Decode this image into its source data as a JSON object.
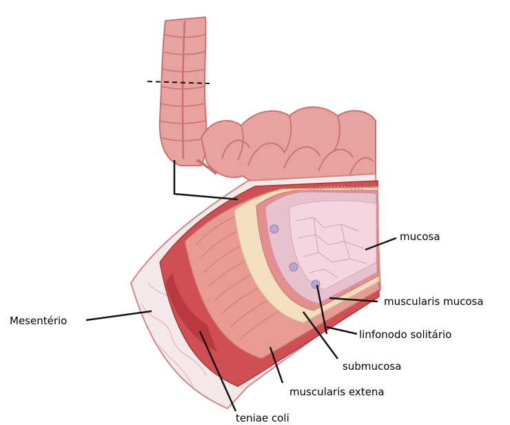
{
  "labels": {
    "mucosa": "mucosa",
    "muscularis_mucosa": "muscularis mucosa",
    "linfonodo": "linfonodo solitário",
    "submucosa": "submucosa",
    "mesenterio": "Mesentério",
    "muscularis_extena": "muscularis extena",
    "teniae_coli": "teniae coli"
  },
  "colors": {
    "bowel": "#e8a3a0",
    "bowel_dark": "#c9706d",
    "mesentery": "#f5e8e8",
    "muscle_outer": "#cf4f52",
    "muscle_band": "#e89a93",
    "submucosa": "#f2dfc0",
    "mucosa": "#e8c1cf",
    "lymph_node": "#b7a7cf",
    "leader": "#111111"
  }
}
